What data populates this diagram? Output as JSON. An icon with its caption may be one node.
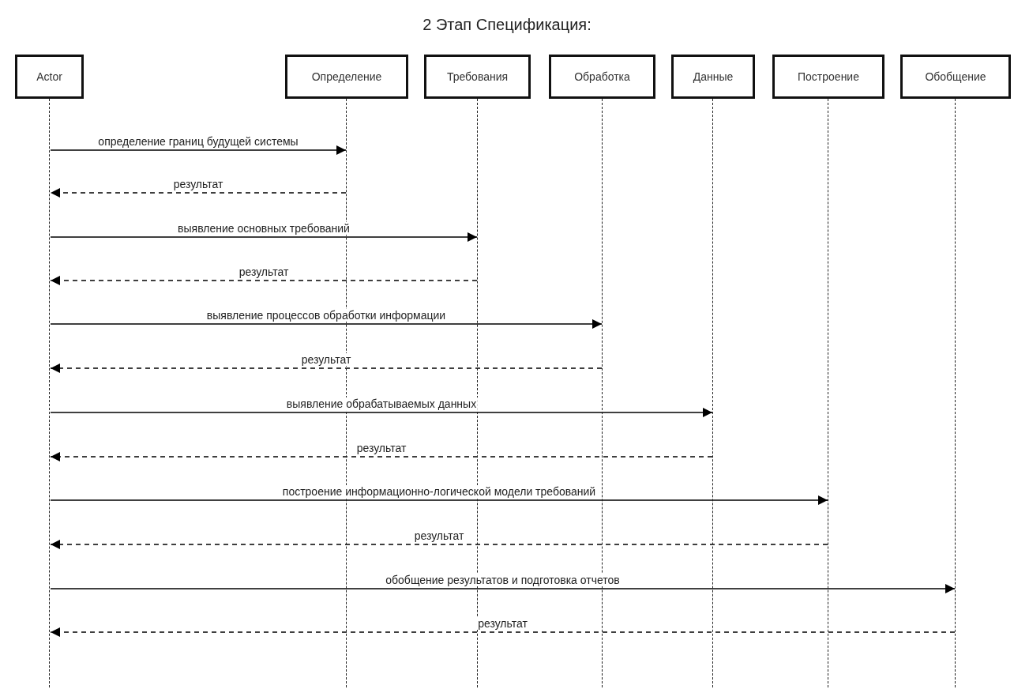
{
  "diagram": {
    "title": "2 Этап Спецификация:",
    "nodes": [
      {
        "text": [
          "Actor"
        ]
      },
      {
        "text": [
          "Определение"
        ]
      },
      {
        "text": [
          "Требования"
        ]
      },
      {
        "text": [
          "Обработка"
        ]
      },
      {
        "text": [
          "Данные"
        ]
      },
      {
        "text": [
          "Построение"
        ]
      },
      {
        "text": [
          "Обобщение"
        ]
      },
      {
        "text": [],
        "shape": "line"
      },
      {
        "text": [],
        "shape": "line"
      },
      {
        "text": [],
        "shape": "line"
      },
      {
        "text": [],
        "shape": "line"
      },
      {
        "text": [],
        "shape": "line"
      },
      {
        "text": [],
        "shape": "line"
      },
      {
        "text": [],
        "shape": "line"
      }
    ],
    "edges": [
      {
        "from": 7,
        "to": 8,
        "arrow": "to",
        "label": "определение границ будущей системы"
      },
      {
        "from": 8,
        "to": 7,
        "arrow": "to",
        "style": "dashed",
        "label": "результат"
      },
      {
        "from": 7,
        "to": 9,
        "arrow": "to",
        "label": "выявление основных требований"
      },
      {
        "from": 9,
        "to": 7,
        "arrow": "to",
        "style": "dashed",
        "label": "результат"
      },
      {
        "from": 7,
        "to": 10,
        "arrow": "to",
        "label": "выявление процессов обработки информации"
      },
      {
        "from": 10,
        "to": 7,
        "arrow": "to",
        "style": "dashed",
        "label": "результат"
      },
      {
        "from": 7,
        "to": 11,
        "arrow": "to",
        "label": "выявление обрабатываемых данных"
      },
      {
        "from": 11,
        "to": 7,
        "arrow": "to",
        "style": "dashed",
        "label": "результат"
      },
      {
        "from": 7,
        "to": 12,
        "arrow": "to",
        "label": "построение информационно-логической модели требований"
      },
      {
        "from": 12,
        "to": 7,
        "arrow": "to",
        "style": "dashed",
        "label": "результат"
      },
      {
        "from": 7,
        "to": 13,
        "arrow": "to",
        "label": "обобщение результатов и подготовка отчетов"
      },
      {
        "from": 13,
        "to": 7,
        "arrow": "to",
        "style": "dashed",
        "label": "результат"
      }
    ]
  }
}
